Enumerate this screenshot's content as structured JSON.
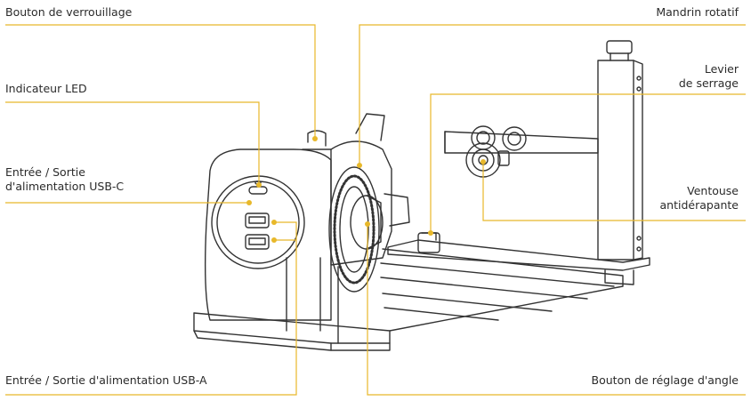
{
  "labels": {
    "bouton_verrouillage": "Bouton de verrouillage",
    "indicateur_led": "Indicateur LED",
    "usb_c_line1": "Entrée / Sortie",
    "usb_c_line2": "d'alimentation USB-C",
    "usb_a": "Entrée / Sortie d'alimentation USB-A",
    "mandrin_rotatif": "Mandrin rotatif",
    "levier_line1": "Levier",
    "levier_line2": "de serrage",
    "ventouse_line1": "Ventouse",
    "ventouse_line2": "antidérapante",
    "bouton_angle": "Bouton de réglage d'angle"
  },
  "colors": {
    "leader": "#e8b82a",
    "outline": "#333333",
    "text": "#2b2b2b"
  }
}
